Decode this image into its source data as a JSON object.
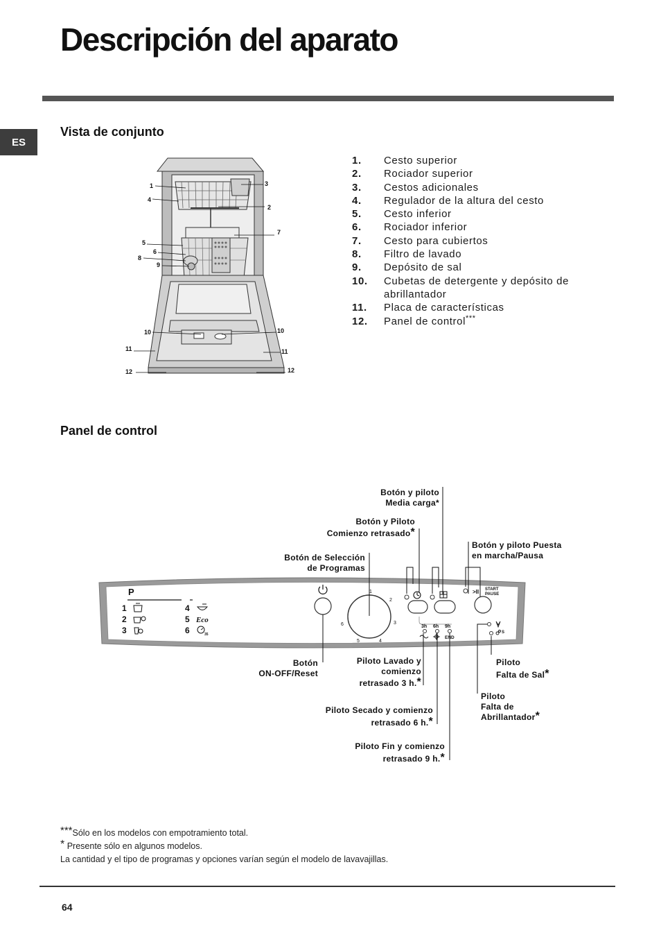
{
  "page": {
    "title": "Descripción del aparato",
    "lang_tab": "ES",
    "page_number": "64"
  },
  "overview": {
    "heading": "Vista de conjunto",
    "diagram_numbers": [
      "1",
      "2",
      "3",
      "4",
      "5",
      "6",
      "7",
      "8",
      "9",
      "10",
      "10",
      "11",
      "11",
      "12",
      "12"
    ],
    "parts": [
      {
        "num": "1.",
        "label": "Cesto superior"
      },
      {
        "num": "2.",
        "label": "Rociador superior"
      },
      {
        "num": "3.",
        "label": "Cestos adicionales"
      },
      {
        "num": "4.",
        "label": "Regulador de la altura del cesto"
      },
      {
        "num": "5.",
        "label": "Cesto inferior"
      },
      {
        "num": "6.",
        "label": "Rociador inferior"
      },
      {
        "num": "7.",
        "label": "Cesto para cubiertos"
      },
      {
        "num": "8.",
        "label": "Filtro de lavado"
      },
      {
        "num": "9.",
        "label": "Depósito de sal"
      },
      {
        "num": "10.",
        "label": "Cubetas de detergente y depósito de abrillantador"
      },
      {
        "num": "11.",
        "label": "Placa de características"
      },
      {
        "num": "12.",
        "label": "Panel de control",
        "mark": "***"
      }
    ]
  },
  "control": {
    "heading": "Panel de control",
    "labels": {
      "half_load_1": "Botón y piloto",
      "half_load_2": "Media carga*",
      "delay_1": "Botón y Piloto",
      "delay_2": "Comienzo retrasado",
      "program_1": "Botón de Selección",
      "program_2": "de Programas",
      "start_1": "Botón y piloto Puesta",
      "start_2": "en marcha/Pausa",
      "onoff_1": "Botón",
      "onoff_2": "ON-OFF/Reset",
      "wash_1": "Piloto Lavado y",
      "wash_2": "comienzo",
      "wash_3": "retrasado 3 h.",
      "dry_1": "Piloto Secado y comienzo",
      "dry_2": "retrasado 6 h.",
      "end_1": "Piloto Fin y comienzo",
      "end_2": "retrasado 9 h.",
      "salt_1": "Piloto",
      "salt_2": "Falta de Sal",
      "rinse_1": "Piloto",
      "rinse_2": "Falta de",
      "rinse_3": "Abrillantador",
      "star": "*"
    },
    "panel": {
      "p_label": "P",
      "programs_left": [
        "1",
        "2",
        "3"
      ],
      "programs_right": [
        "4",
        "5",
        "6"
      ],
      "eco_label": "Eco",
      "dial_numbers": [
        "1",
        "2",
        "3",
        "4",
        "5",
        "6"
      ],
      "delay_hours": [
        "3h",
        "6h",
        "9h"
      ],
      "end_label": "END",
      "start_key": "START",
      "pause_key": "PAUSE",
      "play_pause_symbol": ">II",
      "sub_35": "35",
      "salt_s": "S"
    }
  },
  "footnotes": {
    "mark3": "***",
    "note1": "Sólo en los modelos con empotramiento total.",
    "mark1": "*",
    "note2": " Presente sólo en algunos modelos.",
    "note3": "La cantidad y el tipo de programas y opciones varían según el modelo de lavavajillas."
  }
}
